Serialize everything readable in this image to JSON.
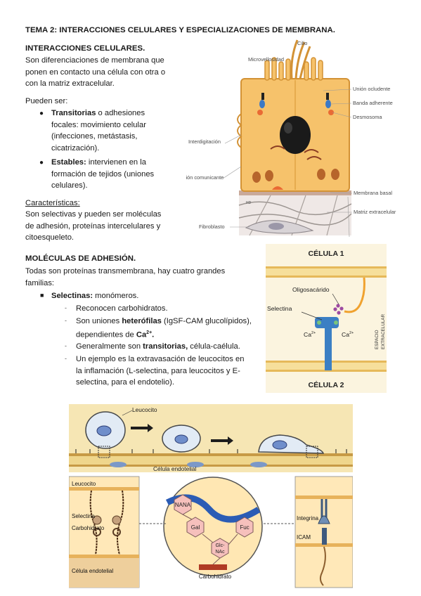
{
  "doc": {
    "main_title": "TEMA 2: INTERACCIONES CELULARES Y ESPECIALIZACIONES DE MEMBRANA.",
    "section1": {
      "heading": "INTERACCIONES CELULARES.",
      "intro_lines": [
        "Son diferenciaciones de membrana que",
        "ponen en contacto una célula con otra o",
        "con la matriz extracelular."
      ],
      "pueden_ser": "Pueden ser:",
      "item1": {
        "bold": "Transitorias",
        "rest": " o adhesiones",
        "lines": [
          "focales: movimiento celular",
          "(infecciones, metástasis,",
          "cicatrización)."
        ]
      },
      "item2": {
        "bold": "Estables:",
        "rest": " intervienen en la",
        "lines": [
          "formación de tejidos (uniones",
          "celulares)."
        ]
      },
      "caracteristicas": "Características:",
      "carac_lines": [
        "Son selectivas y pueden ser moléculas",
        "de adhesión, proteínas intercelulares y",
        "citoesqueleto."
      ]
    },
    "section2": {
      "heading": "MOLÉCULAS DE ADHESIÓN.",
      "intro_lines": [
        "Todas son proteínas transmembrana, hay cuatro grandes",
        "familias:"
      ],
      "selectinas_bold": "Selectinas:",
      "selectinas_rest": " monómeros.",
      "sub1": "Reconocen carbohidratos.",
      "sub2": {
        "a": "Son uniones ",
        "b": "heterófilas",
        "c": " (IgSF-CAM glucolípidos),",
        "d": "dependientes de ",
        "e": "Ca",
        "sup": "2+",
        "f": "."
      },
      "sub3": {
        "a": "Generalmente son ",
        "b": "transitorias,",
        "c": " célula-caélula."
      },
      "sub4_lines": [
        "Un ejemplo es la extravasación de leucocitos en",
        "la inflamación (L-selectina, para leucocitos y E-",
        "selectina, para el endotelio)."
      ]
    }
  },
  "fig1": {
    "cilio": "Cilio",
    "microvellosidad": "Microvellosidad",
    "union_ocluyente": "Unión ocludente",
    "banda_adherente": "Banda adherente",
    "desmosoma": "Desmosoma",
    "interdigitacion": "Interdigitación",
    "union_comunicante": "Unión comunicante",
    "hd": "HD",
    "membrana_basal": "Membrana basal",
    "matriz_extracelular": "Matriz extracelular",
    "fibroblasto": "Fibroblasto"
  },
  "fig2": {
    "celula1": "CÉLULA 1",
    "celula2": "CÉLULA 2",
    "oligosacarido": "Oligosacárido",
    "selectina": "Selectina",
    "ca_left": "Ca",
    "ca_right": "Ca",
    "sup": "2+",
    "espacio": "ESPACIO",
    "extracelular": "EXTRACELULAR"
  },
  "fig3": {
    "leucocito": "Leucocito",
    "celula_endotelial": "Célula endotelial",
    "left_leucocito": "Leucocito",
    "left_selectina": "Selectina",
    "left_carbohidrato": "Carbohidrato",
    "left_celula_endotelial": "Célula endotelial",
    "nana": "NANA",
    "gal": "Gal",
    "fuc": "Fuc",
    "glc": "Glc-",
    "nac": "NAc",
    "carbohidrato": "Carbohidrato",
    "integrina": "Integrina",
    "icam": "ICAM"
  }
}
